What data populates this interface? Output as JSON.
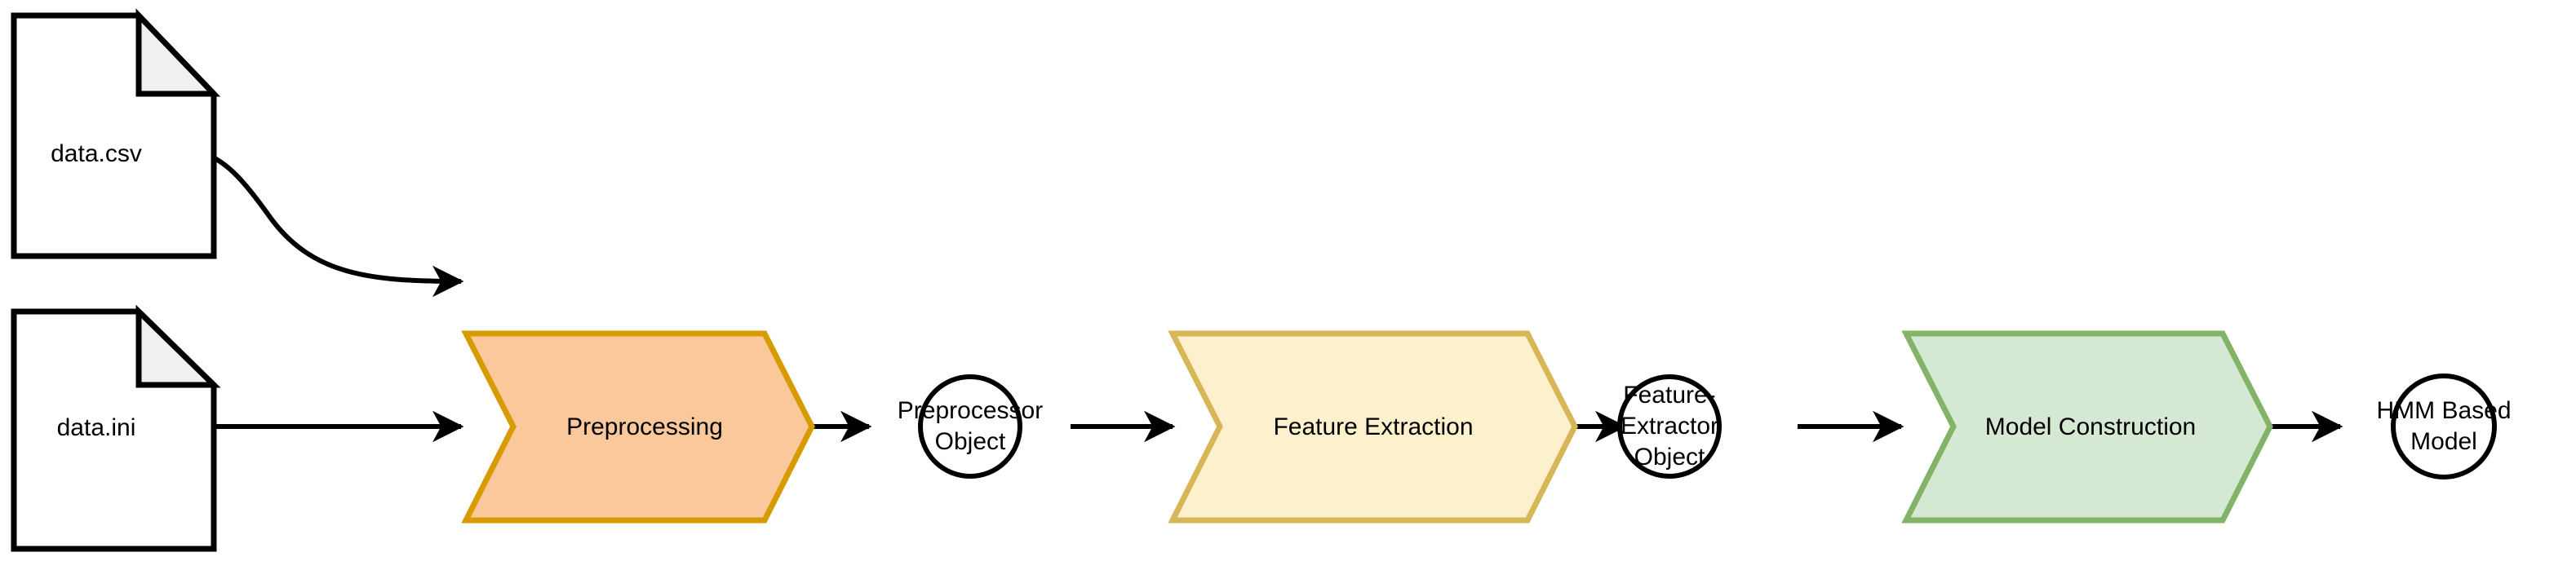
{
  "diagram": {
    "title": "HMM Pipeline Flow Diagram",
    "background_color": "#ffffff",
    "nodes": [
      {
        "id": "data-csv",
        "type": "document",
        "label": "data.csv",
        "fill": "#ffffff",
        "stroke": "#000000",
        "fold_fill": "#f0f0f0"
      },
      {
        "id": "data-ini",
        "type": "document",
        "label": "data.ini",
        "fill": "#ffffff",
        "stroke": "#000000",
        "fold_fill": "#f0f0f0"
      },
      {
        "id": "preprocessing",
        "type": "chevron",
        "label": "Preprocessing",
        "fill": "#fac89b",
        "stroke": "#d79b00"
      },
      {
        "id": "preprocessor-object",
        "type": "circle",
        "label_lines": [
          "Preprocessor",
          "Object"
        ],
        "fill": "#ffffff",
        "stroke": "#000000"
      },
      {
        "id": "feature-extraction",
        "type": "chevron",
        "label": "Feature Extraction",
        "fill": "#fdf0cd",
        "stroke": "#d6b656"
      },
      {
        "id": "feature-extractor-object",
        "type": "circle",
        "label_lines": [
          "Feature-",
          "Extractor",
          "Object"
        ],
        "fill": "#ffffff",
        "stroke": "#000000"
      },
      {
        "id": "model-construction",
        "type": "chevron",
        "label": "Model Construction",
        "fill": "#d5e8d4",
        "stroke": "#82b366"
      },
      {
        "id": "hmm-based-model",
        "type": "circle",
        "label_lines": [
          "HMM Based",
          "Model"
        ],
        "fill": "#ffffff",
        "stroke": "#000000"
      }
    ],
    "edges": [
      {
        "id": "e1",
        "from": "data-csv",
        "to": "preprocessing",
        "style": "curved",
        "arrow": true
      },
      {
        "id": "e2",
        "from": "data-ini",
        "to": "preprocessing",
        "style": "straight",
        "arrow": true
      },
      {
        "id": "e3",
        "from": "preprocessing",
        "to": "preprocessor-object",
        "style": "straight",
        "arrow": true
      },
      {
        "id": "e4",
        "from": "preprocessor-object",
        "to": "feature-extraction",
        "style": "straight",
        "arrow": true
      },
      {
        "id": "e5",
        "from": "feature-extraction",
        "to": "feature-extractor-object",
        "style": "straight",
        "arrow": true
      },
      {
        "id": "e6",
        "from": "feature-extractor-object",
        "to": "model-construction",
        "style": "straight",
        "arrow": true
      },
      {
        "id": "e7",
        "from": "model-construction",
        "to": "hmm-based-model",
        "style": "straight",
        "arrow": true
      }
    ]
  }
}
